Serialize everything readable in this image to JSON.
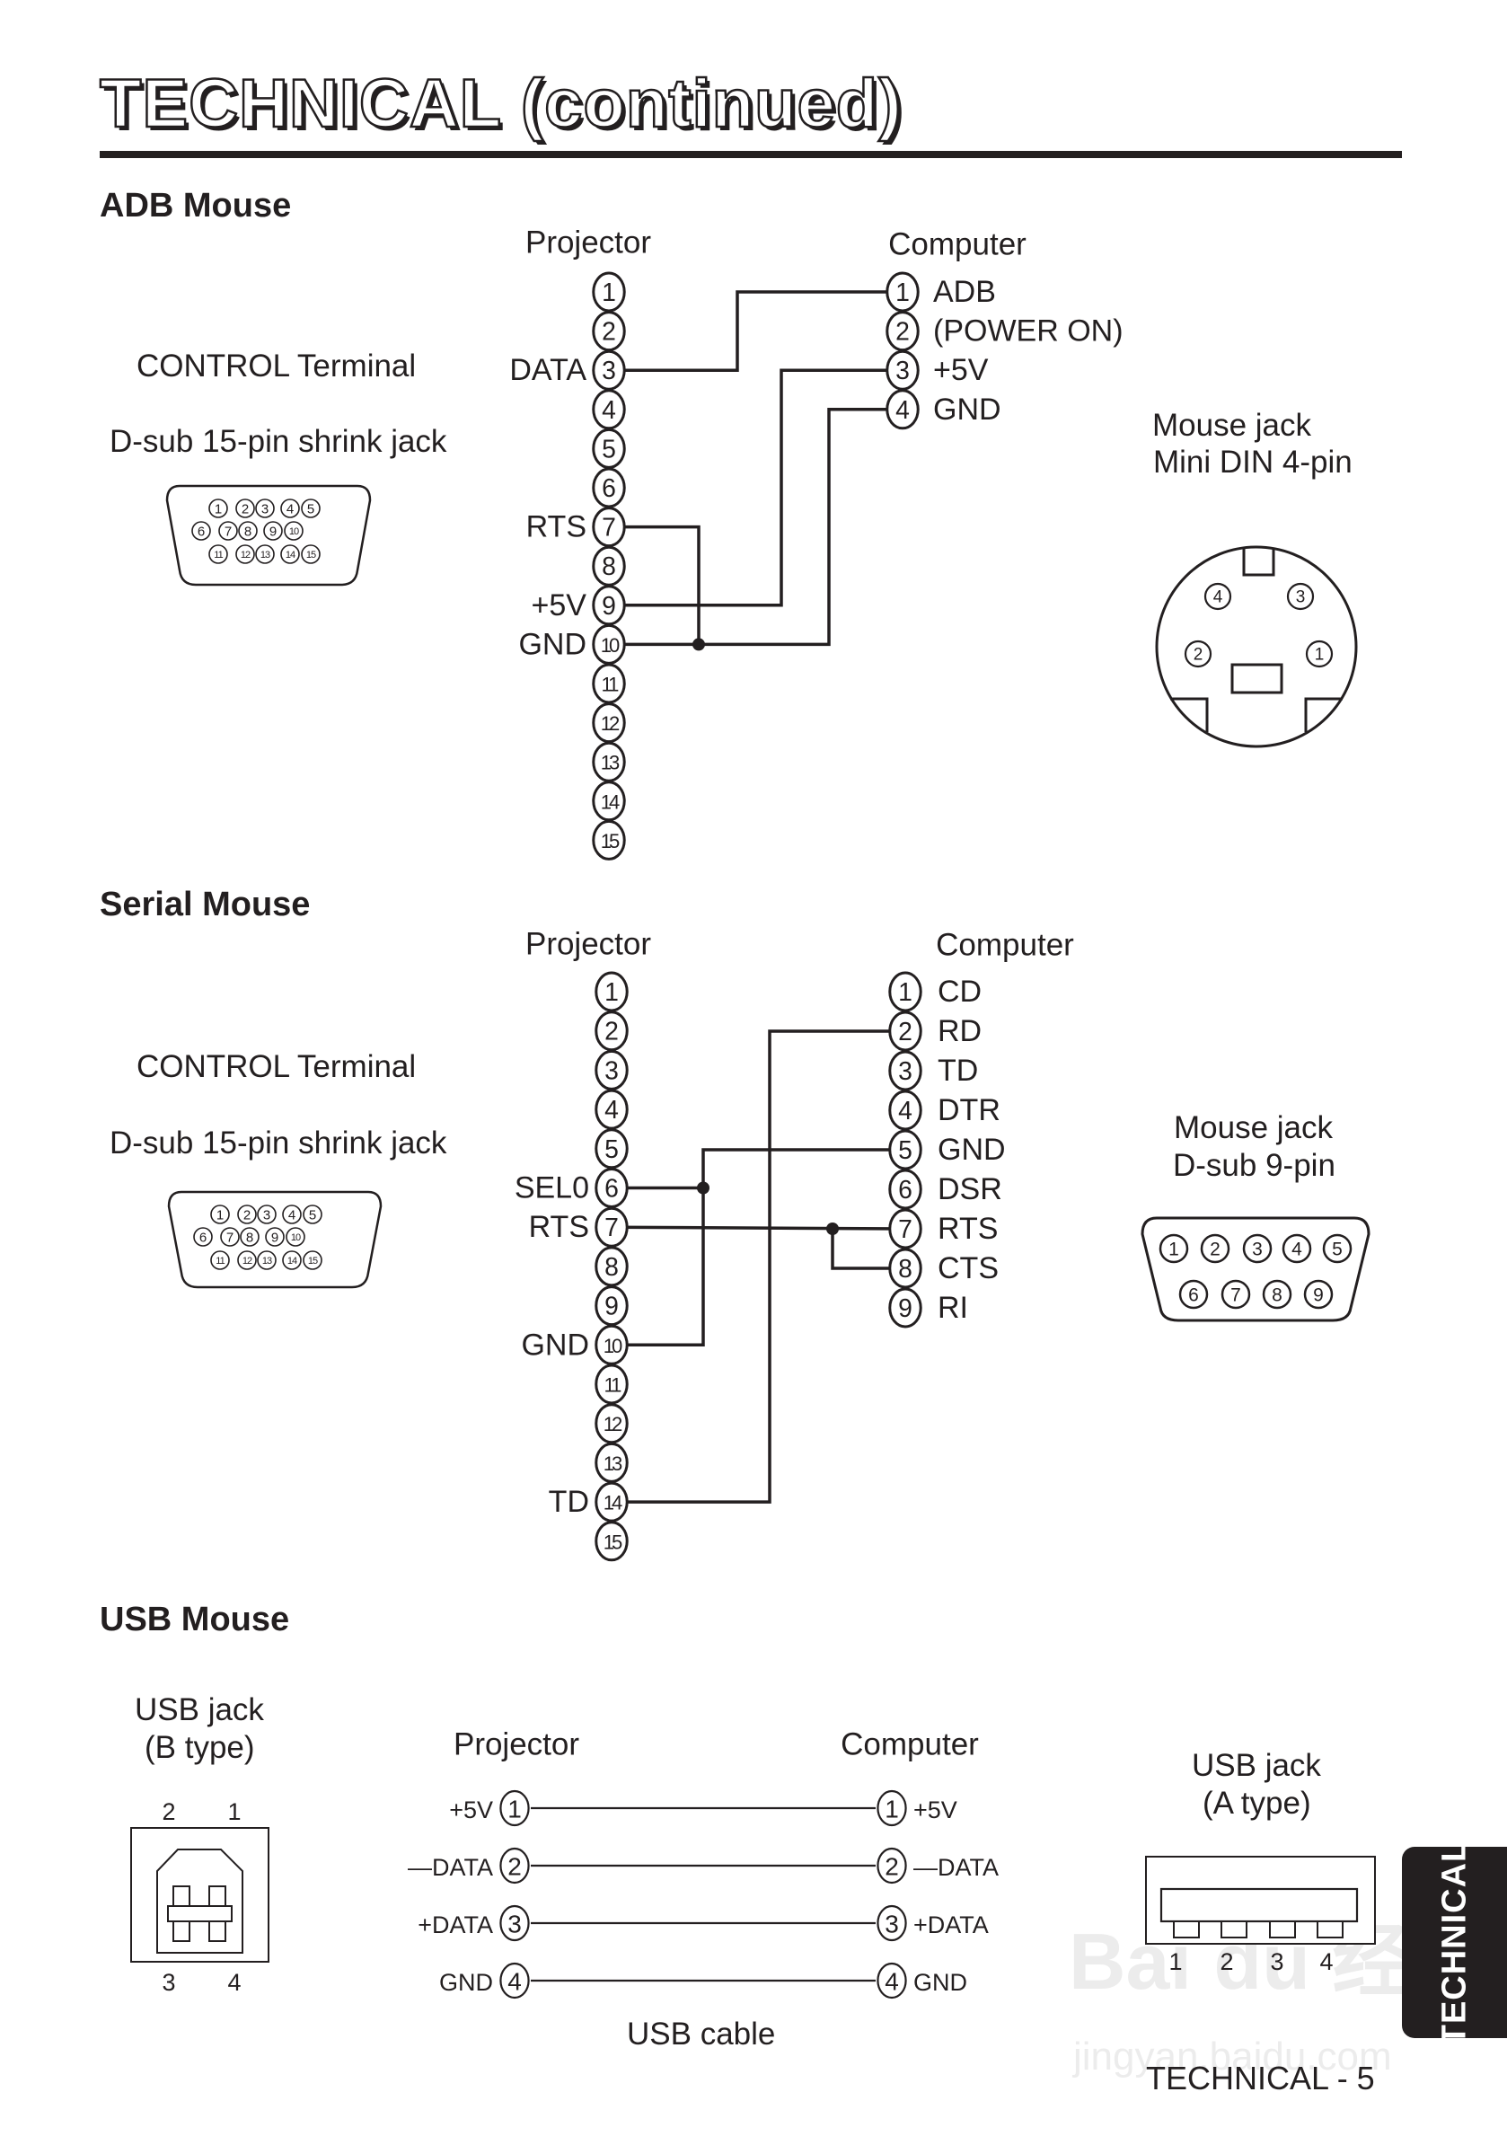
{
  "page": {
    "title": "TECHNICAL (continued)",
    "side_tab": "TECHNICAL",
    "footer": "TECHNICAL - 5",
    "watermark": "Bai du 经验",
    "watermark_url": "jingyan.baidu.com"
  },
  "adb": {
    "heading": "ADB Mouse",
    "terminal_label": "CONTROL Terminal",
    "jack_label": "D-sub 15-pin shrink jack",
    "projector_label": "Projector",
    "computer_label": "Computer",
    "mouse_jack_line1": "Mouse jack",
    "mouse_jack_line2": "Mini DIN 4-pin",
    "projector_pins": [
      "1",
      "2",
      "3",
      "4",
      "5",
      "6",
      "7",
      "8",
      "9",
      "10",
      "11",
      "12",
      "13",
      "14",
      "15"
    ],
    "projector_signals": {
      "3": "DATA",
      "7": "RTS",
      "9": "+5V",
      "10": "GND"
    },
    "computer_pins": [
      {
        "pin": "1",
        "signal": "ADB"
      },
      {
        "pin": "2",
        "signal": "(POWER ON)"
      },
      {
        "pin": "3",
        "signal": "+5V"
      },
      {
        "pin": "4",
        "signal": "GND"
      }
    ],
    "connections": [
      {
        "from": "projector-3",
        "to": "computer-1"
      },
      {
        "from": "projector-9",
        "to": "computer-3"
      },
      {
        "from": "projector-10",
        "to": "computer-4"
      },
      {
        "from": "projector-7",
        "to": "projector-10",
        "junction": true
      }
    ],
    "din_pins": [
      "1",
      "2",
      "3",
      "4"
    ]
  },
  "serial": {
    "heading": "Serial Mouse",
    "terminal_label": "CONTROL Terminal",
    "jack_label": "D-sub 15-pin shrink jack",
    "projector_label": "Projector",
    "computer_label": "Computer",
    "mouse_jack_line1": "Mouse jack",
    "mouse_jack_line2": "D-sub 9-pin",
    "projector_pins": [
      "1",
      "2",
      "3",
      "4",
      "5",
      "6",
      "7",
      "8",
      "9",
      "10",
      "11",
      "12",
      "13",
      "14",
      "15"
    ],
    "projector_signals": {
      "6": "SEL0",
      "7": "RTS",
      "10": "GND",
      "14": "TD"
    },
    "computer_pins": [
      {
        "pin": "1",
        "signal": "CD"
      },
      {
        "pin": "2",
        "signal": "RD"
      },
      {
        "pin": "3",
        "signal": "TD"
      },
      {
        "pin": "4",
        "signal": "DTR"
      },
      {
        "pin": "5",
        "signal": "GND"
      },
      {
        "pin": "6",
        "signal": "DSR"
      },
      {
        "pin": "7",
        "signal": "RTS"
      },
      {
        "pin": "8",
        "signal": "CTS"
      },
      {
        "pin": "9",
        "signal": "RI"
      }
    ],
    "connections": [
      {
        "from": "projector-14",
        "to": "computer-2"
      },
      {
        "from": "projector-10",
        "to": "computer-5"
      },
      {
        "from": "projector-6",
        "to": "computer-5",
        "junction": true
      },
      {
        "from": "projector-7",
        "to": "computer-7"
      },
      {
        "from": "computer-7",
        "to": "computer-8",
        "junction": true
      }
    ],
    "dsub9_pins": [
      "1",
      "2",
      "3",
      "4",
      "5",
      "6",
      "7",
      "8",
      "9"
    ]
  },
  "usb": {
    "heading": "USB Mouse",
    "b_jack_line1": "USB jack",
    "b_jack_line2": "(B type)",
    "b_jack_pins": [
      "2",
      "1",
      "3",
      "4"
    ],
    "projector_label": "Projector",
    "computer_label": "Computer",
    "a_jack_line1": "USB jack",
    "a_jack_line2": "(A type)",
    "a_jack_pins": [
      "1",
      "2",
      "3",
      "4"
    ],
    "cable_label": "USB cable",
    "pins": [
      {
        "pin": "1",
        "signal": "+5V"
      },
      {
        "pin": "2",
        "signal": "—DATA"
      },
      {
        "pin": "3",
        "signal": "+DATA"
      },
      {
        "pin": "4",
        "signal": "GND"
      }
    ]
  },
  "dsub15_pins": [
    "1",
    "2",
    "3",
    "4",
    "5",
    "6",
    "7",
    "8",
    "9",
    "10",
    "11",
    "12",
    "13",
    "14",
    "15"
  ]
}
